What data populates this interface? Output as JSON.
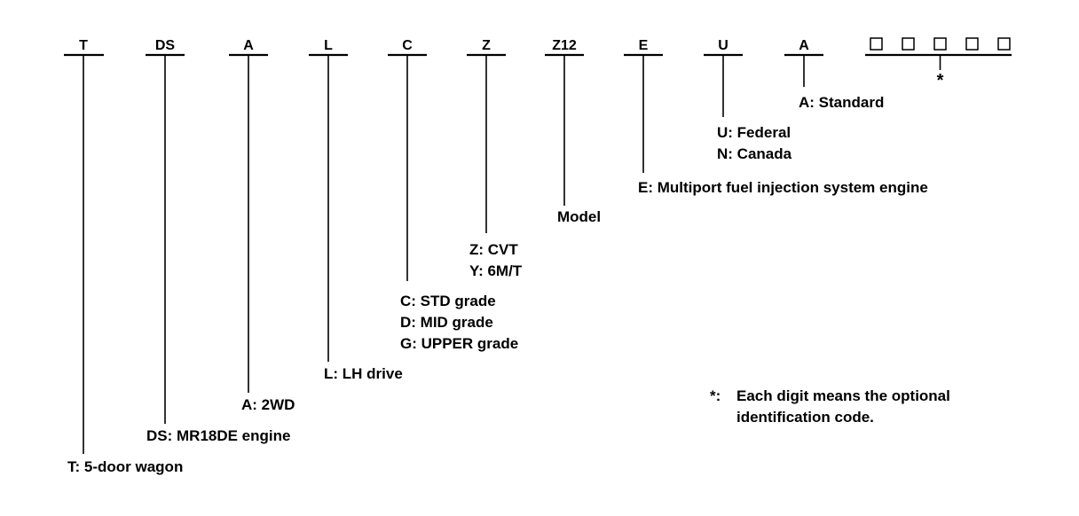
{
  "codes": [
    {
      "code": "T",
      "desc": [
        "T: 5-door wagon"
      ]
    },
    {
      "code": "DS",
      "desc": [
        "DS: MR18DE engine"
      ]
    },
    {
      "code": "A",
      "desc": [
        "A: 2WD"
      ]
    },
    {
      "code": "L",
      "desc": [
        "L: LH drive"
      ]
    },
    {
      "code": "C",
      "desc": [
        "C: STD grade",
        "D: MID grade",
        "G: UPPER grade"
      ]
    },
    {
      "code": "Z",
      "desc": [
        "Z: CVT",
        "Y: 6M/T"
      ]
    },
    {
      "code": "Z12",
      "desc": [
        "Model"
      ]
    },
    {
      "code": "E",
      "desc": [
        "E: Multiport fuel injection system engine"
      ]
    },
    {
      "code": "U",
      "desc": [
        "U: Federal",
        "N: Canada"
      ]
    },
    {
      "code": "A",
      "desc": [
        "A: Standard"
      ]
    }
  ],
  "optional": {
    "boxes": 5,
    "marker": "*",
    "note_marker": "*:",
    "note_lines": [
      "Each digit means the optional",
      "identification code."
    ]
  }
}
